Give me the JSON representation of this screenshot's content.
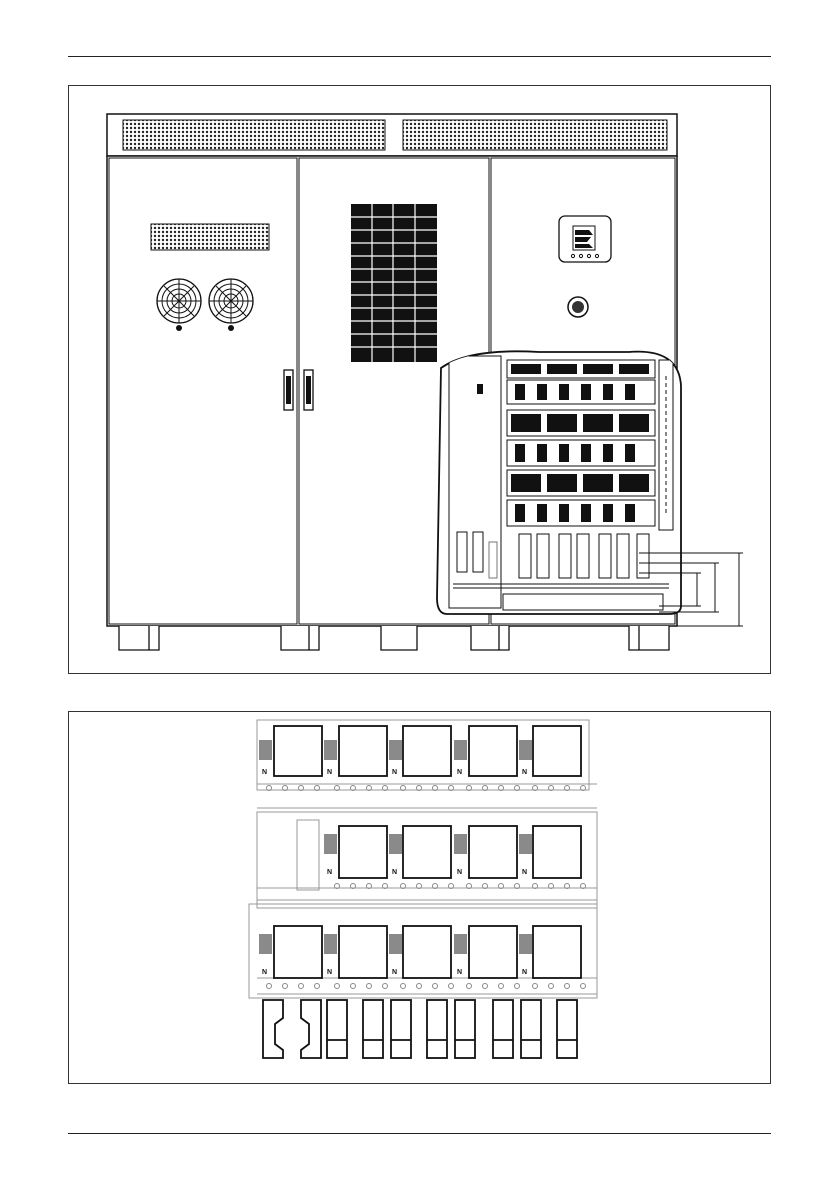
{
  "page": {
    "figures": [
      {
        "id": "cabinet-front-view"
      },
      {
        "id": "busbar-connection-detail"
      }
    ]
  },
  "labels": {
    "neutral_mark": "N"
  },
  "colors": {
    "line": "#111111",
    "light_line": "#9a9a9a",
    "fill_dark": "#1a1a1a",
    "fill_grey": "#8a8a8a",
    "background": "#ffffff"
  },
  "icons": [
    "fan-grille-icon",
    "door-handle-icon",
    "logo-icon",
    "key-switch-icon"
  ]
}
